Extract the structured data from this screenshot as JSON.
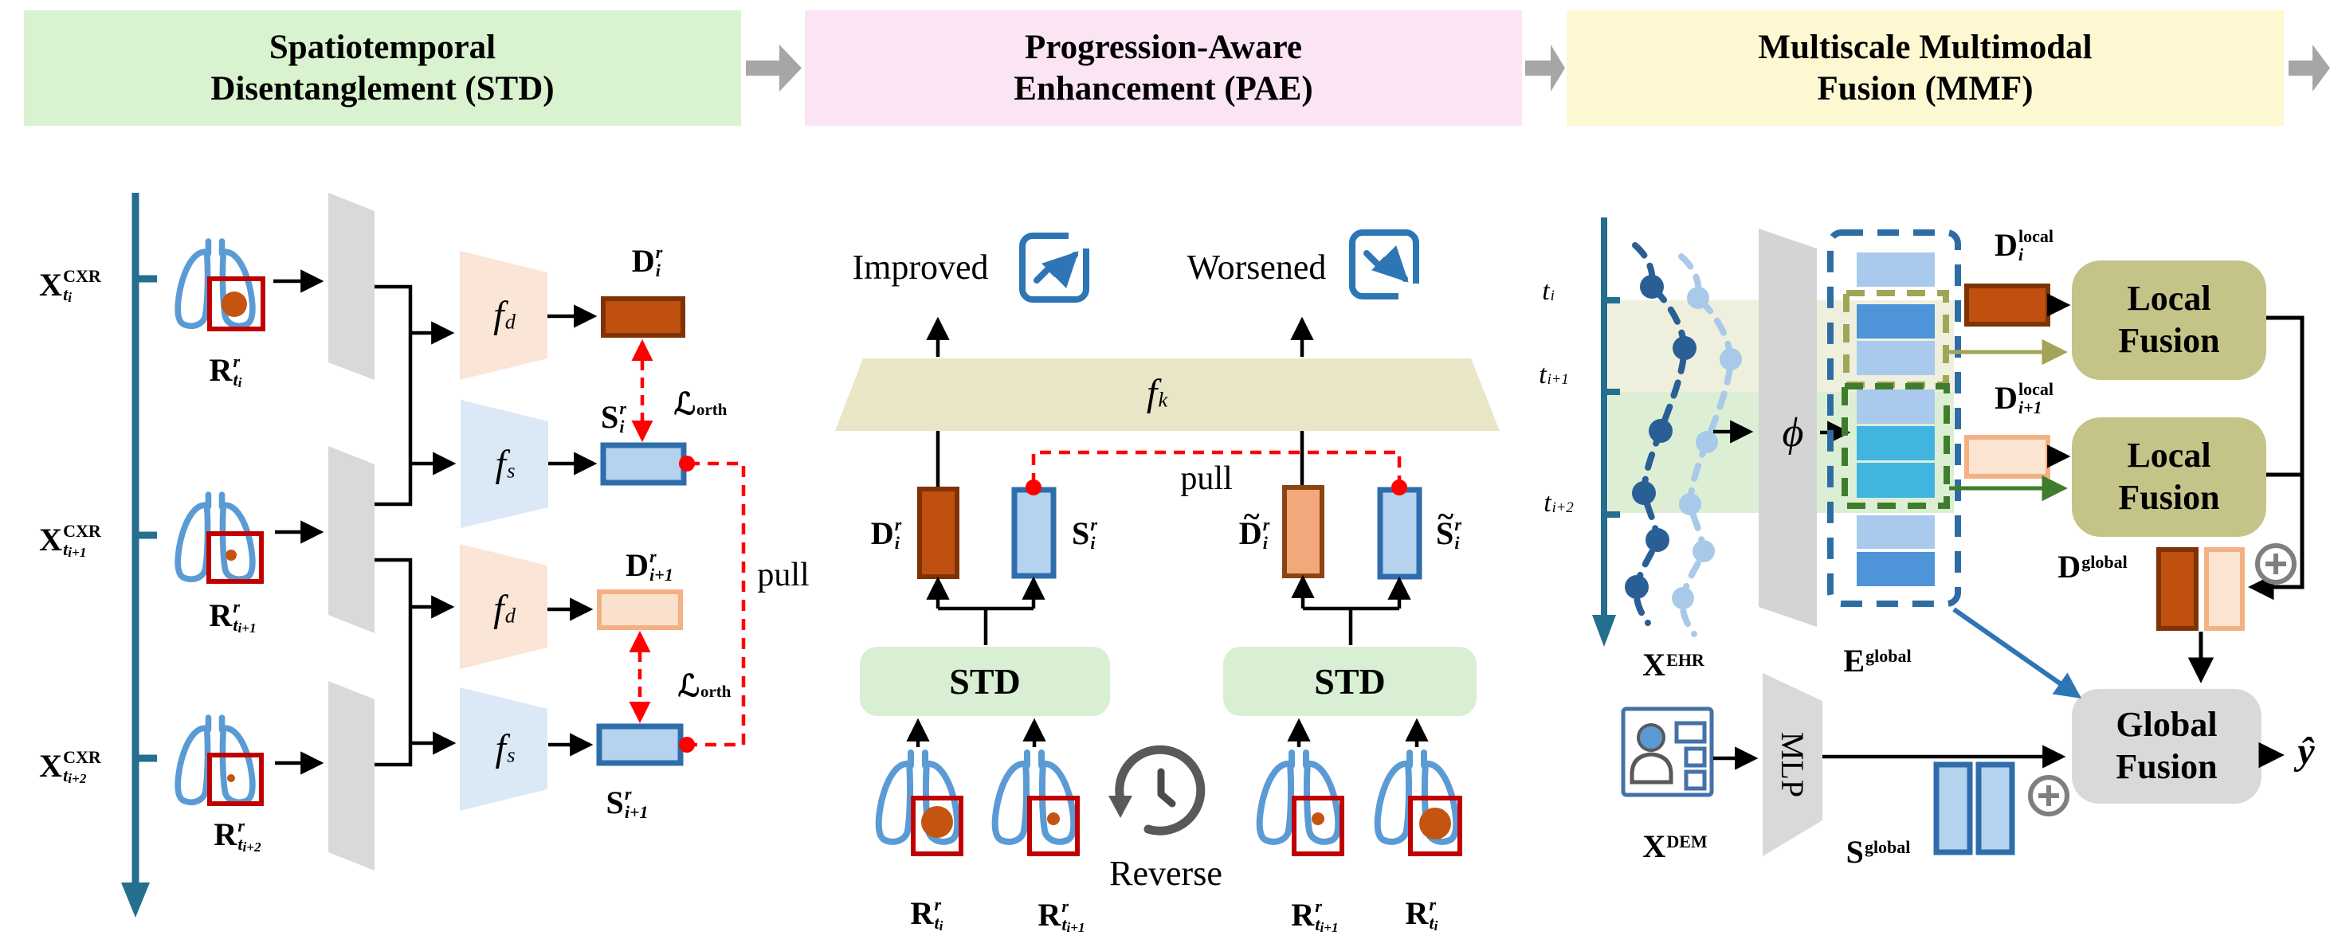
{
  "headers": {
    "std": "Spatiotemporal\nDisentanglement (STD)",
    "pae": "Progression-Aware\nEnhancement (PAE)",
    "mmf": "Multiscale Multimodal\nFusion (MMF)"
  },
  "text": {
    "improved": "Improved",
    "worsened": "Worsened",
    "reverse": "Reverse",
    "pull_std": "pull",
    "pull_pae": "pull",
    "std_module_1": "STD",
    "std_module_2": "STD",
    "local_fusion_1": "Local\nFusion",
    "local_fusion_2": "Local\nFusion",
    "global_fusion": "Global\nFusion",
    "mlp": "MLP"
  },
  "labels": {
    "x_cxr_ti": {
      "base": "X",
      "sup": "CXR",
      "sub": "t",
      "sub2": "i",
      "subItalic": true
    },
    "x_cxr_ti1": {
      "base": "X",
      "sup": "CXR",
      "sub": "t",
      "sub2": "i+1",
      "subItalic": true
    },
    "x_cxr_ti2": {
      "base": "X",
      "sup": "CXR",
      "sub": "t",
      "sub2": "i+2",
      "subItalic": true
    },
    "r_ti": {
      "base": "R",
      "sup": "r",
      "supItalic": true,
      "sub": "t",
      "sub2": "i",
      "subItalic": true
    },
    "r_ti1": {
      "base": "R",
      "sup": "r",
      "supItalic": true,
      "sub": "t",
      "sub2": "i+1",
      "subItalic": true
    },
    "r_ti2": {
      "base": "R",
      "sup": "r",
      "supItalic": true,
      "sub": "t",
      "sub2": "i+2",
      "subItalic": true
    },
    "f_d": {
      "base": "f",
      "baseItalic": true,
      "sub": "d",
      "subItalic": true
    },
    "f_s": {
      "base": "f",
      "baseItalic": true,
      "sub": "s",
      "subItalic": true
    },
    "f_k": {
      "base": "f",
      "baseItalic": true,
      "sub": "k",
      "subItalic": true
    },
    "d_r_i": {
      "base": "D",
      "sup": "r",
      "supItalic": true,
      "sub": "i",
      "subItalic": true
    },
    "d_r_i1": {
      "base": "D",
      "sup": "r",
      "supItalic": true,
      "sub": "i+1",
      "subItalic": true
    },
    "s_r_i": {
      "base": "S",
      "sup": "r",
      "supItalic": true,
      "sub": "i",
      "subItalic": true
    },
    "s_r_i1": {
      "base": "S",
      "sup": "r",
      "supItalic": true,
      "sub": "i+1",
      "subItalic": true
    },
    "d_r_i_tilde": {
      "base": "D",
      "tilde": true,
      "sup": "r",
      "supItalic": true,
      "sub": "i",
      "subItalic": true
    },
    "s_r_i_tilde": {
      "base": "S",
      "tilde": true,
      "sup": "r",
      "supItalic": true,
      "sub": "i",
      "subItalic": true
    },
    "l_orth": {
      "base": "ℒ",
      "sub": "orth"
    },
    "t_i": {
      "base": "t",
      "baseItalic": true,
      "sub": "i",
      "subItalic": true
    },
    "t_i1": {
      "base": "t",
      "baseItalic": true,
      "sub": "i+1",
      "subItalic": true
    },
    "t_i2": {
      "base": "t",
      "baseItalic": true,
      "sub": "i+2",
      "subItalic": true
    },
    "phi": {
      "base": "ϕ",
      "baseItalic": true
    },
    "e_global": {
      "base": "E",
      "sup": "global"
    },
    "x_ehr": {
      "base": "X",
      "sup": "EHR"
    },
    "x_dem": {
      "base": "X",
      "sup": "DEM"
    },
    "s_global": {
      "base": "S",
      "sup": "global"
    },
    "d_local_i": {
      "base": "D",
      "sup": "local",
      "sub": "i",
      "subItalic": true
    },
    "d_local_i1": {
      "base": "D",
      "sup": "local",
      "sub": "i+1",
      "subItalic": true
    },
    "d_global": {
      "base": "D",
      "sup": "global"
    },
    "y_hat": {
      "base": "ŷ",
      "baseItalic": true
    }
  },
  "colors": {
    "header_std_bg": "#d9f2cf",
    "header_pae_bg": "#fbe5f5",
    "header_mmf_bg": "#fdf8d2",
    "flow_arrow": "#a6a6a6",
    "timeline_teal": "#246e8e",
    "lung_blue": "#5b9bd5",
    "roi_red": "#c00000",
    "lesion_orange": "#c55411",
    "encoder_gray": "#d9d9d9",
    "fd_fill": "#fbe5d6",
    "fs_fill": "#dbe9f6",
    "d_dark": "#bf500f",
    "d_dark_border": "#7f3304",
    "d_light": "#fbe0cc",
    "d_light_border": "#f3b183",
    "d_mid": "#f2a87b",
    "s_fill": "#b5d3ee",
    "s_border": "#2e6dab",
    "loss_red": "#ff0000",
    "fk_fill": "#e9e6c8",
    "std_box_green": "#d9efd3",
    "icon_blue": "#2e75b6",
    "reverse_gray": "#595959",
    "band_olive": "#eef0dd",
    "band_green": "#dcefd5",
    "ehr_dark": "#2a5f96",
    "ehr_light": "#a9c9ea",
    "row_light": "#a9caec",
    "row_mid": "#4e94d9",
    "row_cyan": "#41b4e0",
    "dash_blue": "#2e6da4",
    "dash_olive": "#a4a456",
    "dash_green": "#3f7d2c",
    "fusion_olive": "#c5c488",
    "fusion_gray": "#d9d9d9",
    "plus_gray": "#7f7f7f"
  }
}
